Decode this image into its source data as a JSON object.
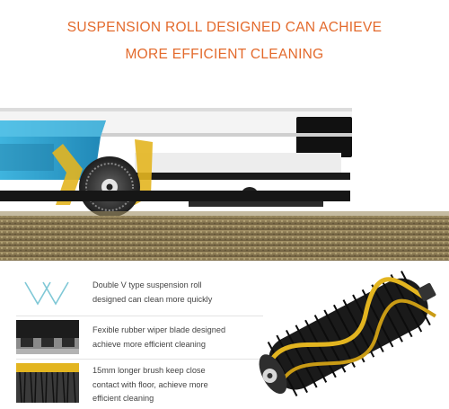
{
  "headline": {
    "line1": "SUSPENSION ROLL DESIGNED CAN ACHIEVE",
    "line2": "MORE EFFICIENT CLEANING"
  },
  "features": [
    {
      "icon": "double-v-icon",
      "line1": "Double V type suspension roll",
      "line2": "designed can clean more quickly"
    },
    {
      "icon": "rubber-wiper-blade-icon",
      "line1": "Fexible rubber wiper blade designed",
      "line2": "achieve more efficient cleaning"
    },
    {
      "icon": "bristle-brush-icon",
      "line1": "15mm longer brush keep close",
      "line2": "contact with floor, achieve more",
      "line3": "efficient cleaning"
    }
  ],
  "colors": {
    "headline": "#e36a2c",
    "robot_blue": "#2fa3d0",
    "accent_yellow": "#e3b520",
    "carpet": "#8a7a52",
    "body_text": "#444444"
  }
}
